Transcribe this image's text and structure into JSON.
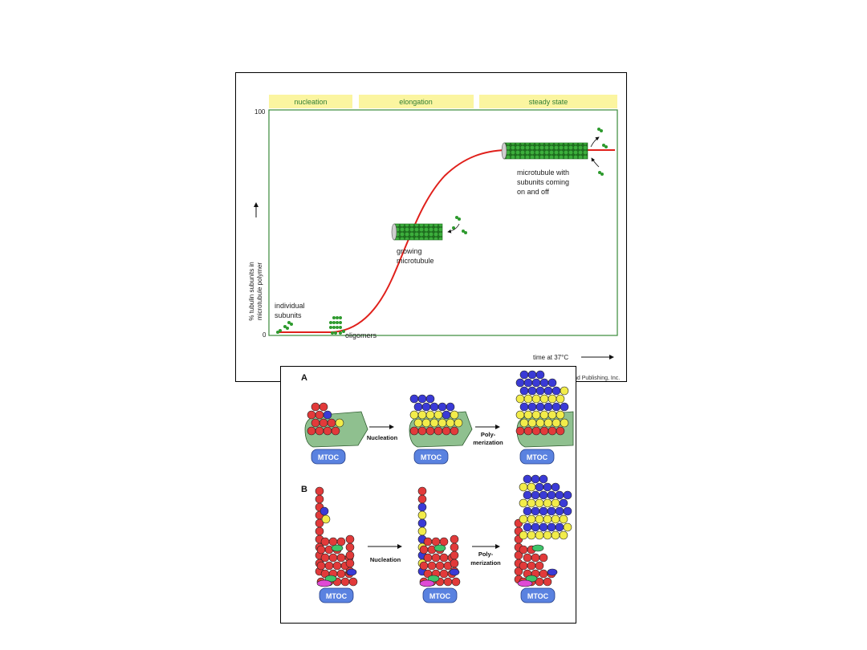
{
  "top_figure": {
    "phases": [
      "nucleation",
      "elongation",
      "steady state"
    ],
    "y_axis_label_line1": "% tubulin subunits in",
    "y_axis_label_line2": "microtubule polymer",
    "y_tick_top": "100",
    "y_tick_bottom": "0",
    "x_axis_label": "time at 37°C",
    "annotations": {
      "individual_subunits_1": "individual",
      "individual_subunits_2": "subunits",
      "oligomers": "oligomers",
      "growing_1": "growing",
      "growing_2": "microtubule",
      "steady_1": "microtubule with",
      "steady_2": "subunits coming",
      "steady_3": "on and off"
    },
    "copyright": "nd Publishing, Inc.",
    "colors": {
      "curve": "#e0201b",
      "axis": "#3a8a3a",
      "phase_bg": "#fbf5a0",
      "subunit": "#2e9a2e"
    }
  },
  "bottom_figure": {
    "panel_a": "A",
    "panel_b": "B",
    "step1": "Nucleation",
    "step2_line1": "Poly-",
    "step2_line2": "merization",
    "mtoc": "MTOC",
    "colors": {
      "red": "#e23a3a",
      "yellow": "#f2ec4a",
      "blue": "#3a3ad6",
      "green": "#8fc08f",
      "mtoc": "#5a82e0"
    }
  }
}
